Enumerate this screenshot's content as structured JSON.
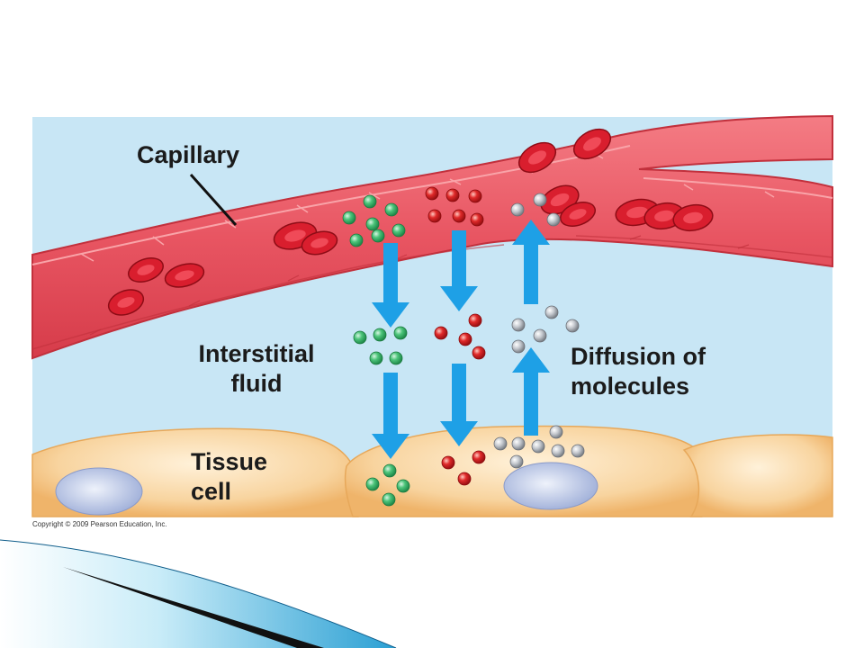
{
  "labels": {
    "capillary": "Capillary",
    "interstitial_l1": "Interstitial",
    "interstitial_l2": "fluid",
    "tissue_l1": "Tissue",
    "tissue_l2": "cell",
    "diffusion_l1": "Diffusion of",
    "diffusion_l2": "molecules"
  },
  "copyright": "Copyright © 2009 Pearson Education, Inc.",
  "colors": {
    "background": "#c8e6f5",
    "capillary": "#e8545f",
    "red_blood_cell": "#d91e2e",
    "tissue_cell": "#f7cf96",
    "nucleus": "#b7c4e6",
    "arrow": "#1ea0e6",
    "molecule_green": "#4cc47a",
    "molecule_red": "#e02a2a",
    "molecule_gray": "#b8bcc2",
    "slide_accent": "#3aa7d6"
  }
}
